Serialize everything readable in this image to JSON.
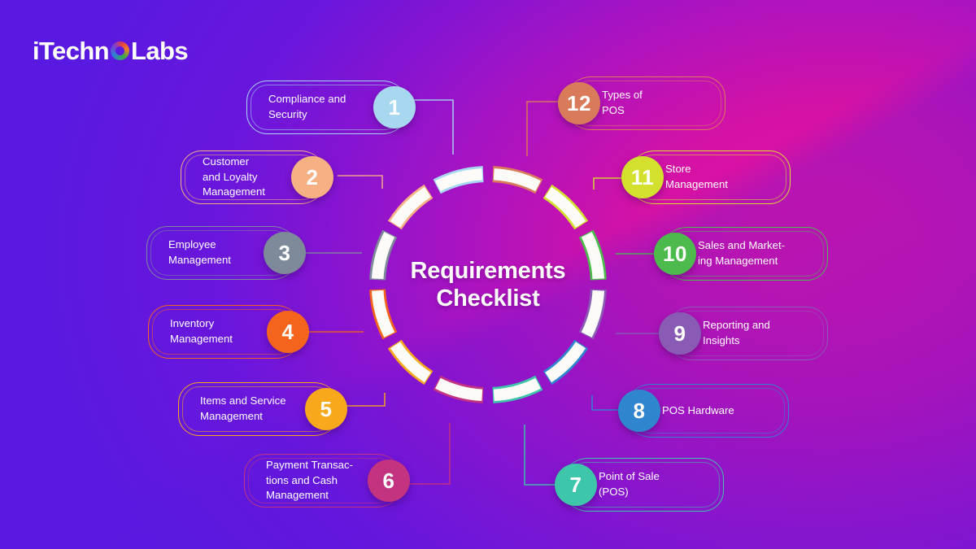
{
  "brand": {
    "name_part1": "iTechn",
    "icon": "logo-ring-icon",
    "name_part2": "Labs"
  },
  "center": {
    "title_line1": "Requirements",
    "title_line2": "Checklist"
  },
  "items": [
    {
      "number": "1",
      "label": "Compliance and\nSecurity",
      "color": "#a8d8f0",
      "side": "left",
      "connector": "elbow"
    },
    {
      "number": "2",
      "label": "Customer\nand Loyalty\nManagement",
      "color": "#f5b183",
      "side": "left",
      "connector": "elbow"
    },
    {
      "number": "3",
      "label": "Employee\nManagement",
      "color": "#7e8a9a",
      "side": "left",
      "connector": "straight"
    },
    {
      "number": "4",
      "label": "Inventory\nManagement",
      "color": "#f4641c",
      "side": "left",
      "connector": "straight"
    },
    {
      "number": "5",
      "label": "Items and Service\nManagement",
      "color": "#f7a81b",
      "side": "left",
      "connector": "elbow"
    },
    {
      "number": "6",
      "label": "Payment Transac-\ntions and Cash\nManagement",
      "color": "#c4337f",
      "side": "left",
      "connector": "elbow"
    },
    {
      "number": "7",
      "label": "Point of Sale\n(POS)",
      "color": "#3ec6ab",
      "side": "right",
      "connector": "elbow"
    },
    {
      "number": "8",
      "label": "POS Hardware",
      "color": "#2f86cf",
      "side": "right",
      "connector": "elbow"
    },
    {
      "number": "9",
      "label": "Reporting and\nInsights",
      "color": "#8a5bb5",
      "side": "right",
      "connector": "straight"
    },
    {
      "number": "10",
      "label": "Sales and Market-\ning Management",
      "color": "#4cba4c",
      "side": "right",
      "connector": "straight"
    },
    {
      "number": "11",
      "label": "Store\nManagement",
      "color": "#d4e02e",
      "side": "right",
      "connector": "elbow"
    },
    {
      "number": "12",
      "label": "Types of\nPOS",
      "color": "#d97b5a",
      "side": "right",
      "connector": "elbow"
    }
  ],
  "chart_data": {
    "type": "pie",
    "title": "Requirements Checklist",
    "categories": [
      "Compliance and Security",
      "Customer and Loyalty Management",
      "Employee Management",
      "Inventory Management",
      "Items and Service Management",
      "Payment Transactions and Cash Management",
      "Point of Sale (POS)",
      "POS Hardware",
      "Reporting and Insights",
      "Sales and Marketing Management",
      "Store Management",
      "Types of POS"
    ],
    "values": [
      1,
      1,
      1,
      1,
      1,
      1,
      1,
      1,
      1,
      1,
      1,
      1
    ],
    "colors": [
      "#a8d8f0",
      "#f5b183",
      "#7e8a9a",
      "#f4641c",
      "#f7a81b",
      "#c4337f",
      "#3ec6ab",
      "#2f86cf",
      "#8a5bb5",
      "#4cba4c",
      "#d4e02e",
      "#d97b5a"
    ],
    "legend": "none",
    "grid": false
  }
}
